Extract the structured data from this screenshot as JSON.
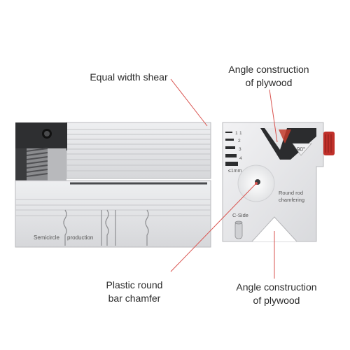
{
  "callouts": {
    "equal_width_shear": "Equal width shear",
    "angle_top_line1": "Angle construction",
    "angle_top_line2": "of plywood",
    "plastic_line1": "Plastic round",
    "plastic_line2": "bar chamfer",
    "angle_bottom_line1": "Angle construction",
    "angle_bottom_line2": "of plywood"
  },
  "left_tool": {
    "label_semicircle": "Semicircle",
    "label_production": "production"
  },
  "right_tool": {
    "angle_label": "90°",
    "round_rod_line1": "Round rod",
    "round_rod_line2": "chamfering",
    "side_label": "C-Side",
    "scale_label": "≤1mm",
    "scale_numbers": [
      "1",
      "1",
      "2",
      "3",
      "4"
    ]
  },
  "colors": {
    "callout_line": "#d9534f",
    "metal": "#e3e4e6",
    "metal_dark": "#c9cacd",
    "red_knob": "#c0302a"
  }
}
